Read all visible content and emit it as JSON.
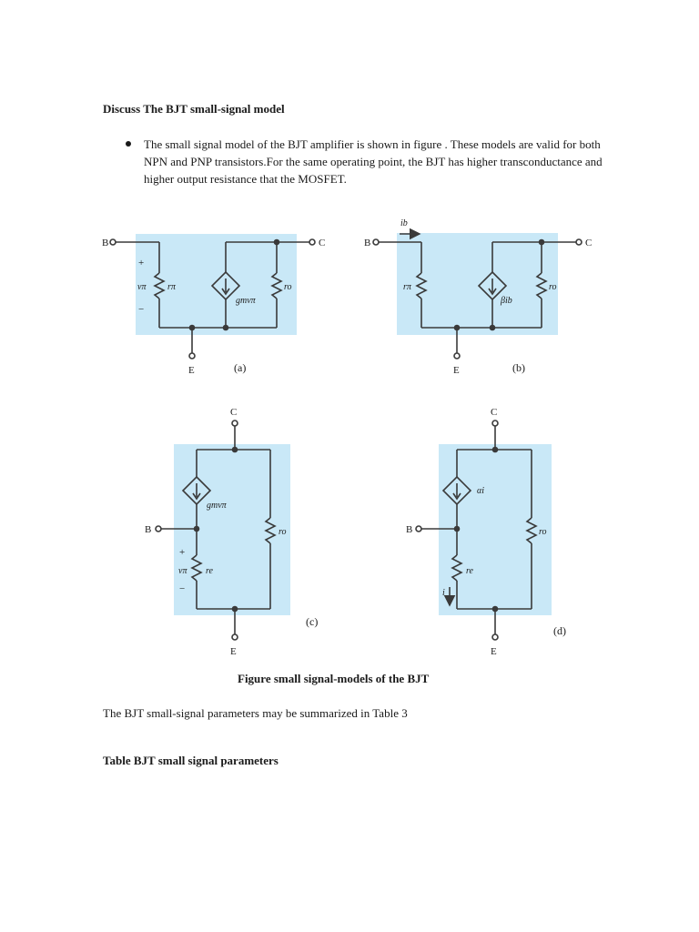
{
  "document": {
    "heading": "Discuss The BJT small-signal model",
    "bullet": "The small signal model of the BJT amplifier is shown in figure . These models are valid for both NPN and PNP transistors.For the same operating point, the BJT has higher transconductance and higher output resistance that the MOSFET.",
    "figure_caption": "Figure  small signal-models of the BJT",
    "summary_sentence": "The BJT small-signal parameters may be summarized in Table 3",
    "table_title": "Table  BJT small signal parameters"
  },
  "figure": {
    "fill_color": "#c9e8f7",
    "wire_color": "#3a3a3a",
    "terminals": {
      "base": "B",
      "collector": "C",
      "emitter": "E"
    },
    "panels": {
      "a": {
        "label": "(a)",
        "input_resistor": "rπ",
        "source": "gmvπ",
        "output_resistor": "ro",
        "voltage": "vπ",
        "plus": "+",
        "minus": "−"
      },
      "b": {
        "label": "(b)",
        "input_resistor": "rπ",
        "source": "βib",
        "output_resistor": "ro",
        "base_current": "ib"
      },
      "c": {
        "label": "(c)",
        "source": "gmvπ",
        "emitter_resistor": "re",
        "output_resistor": "ro",
        "voltage": "vπ",
        "plus": "+",
        "minus": "−"
      },
      "d": {
        "label": "(d)",
        "source": "αi",
        "emitter_resistor": "re",
        "output_resistor": "ro",
        "current": "i"
      }
    }
  }
}
